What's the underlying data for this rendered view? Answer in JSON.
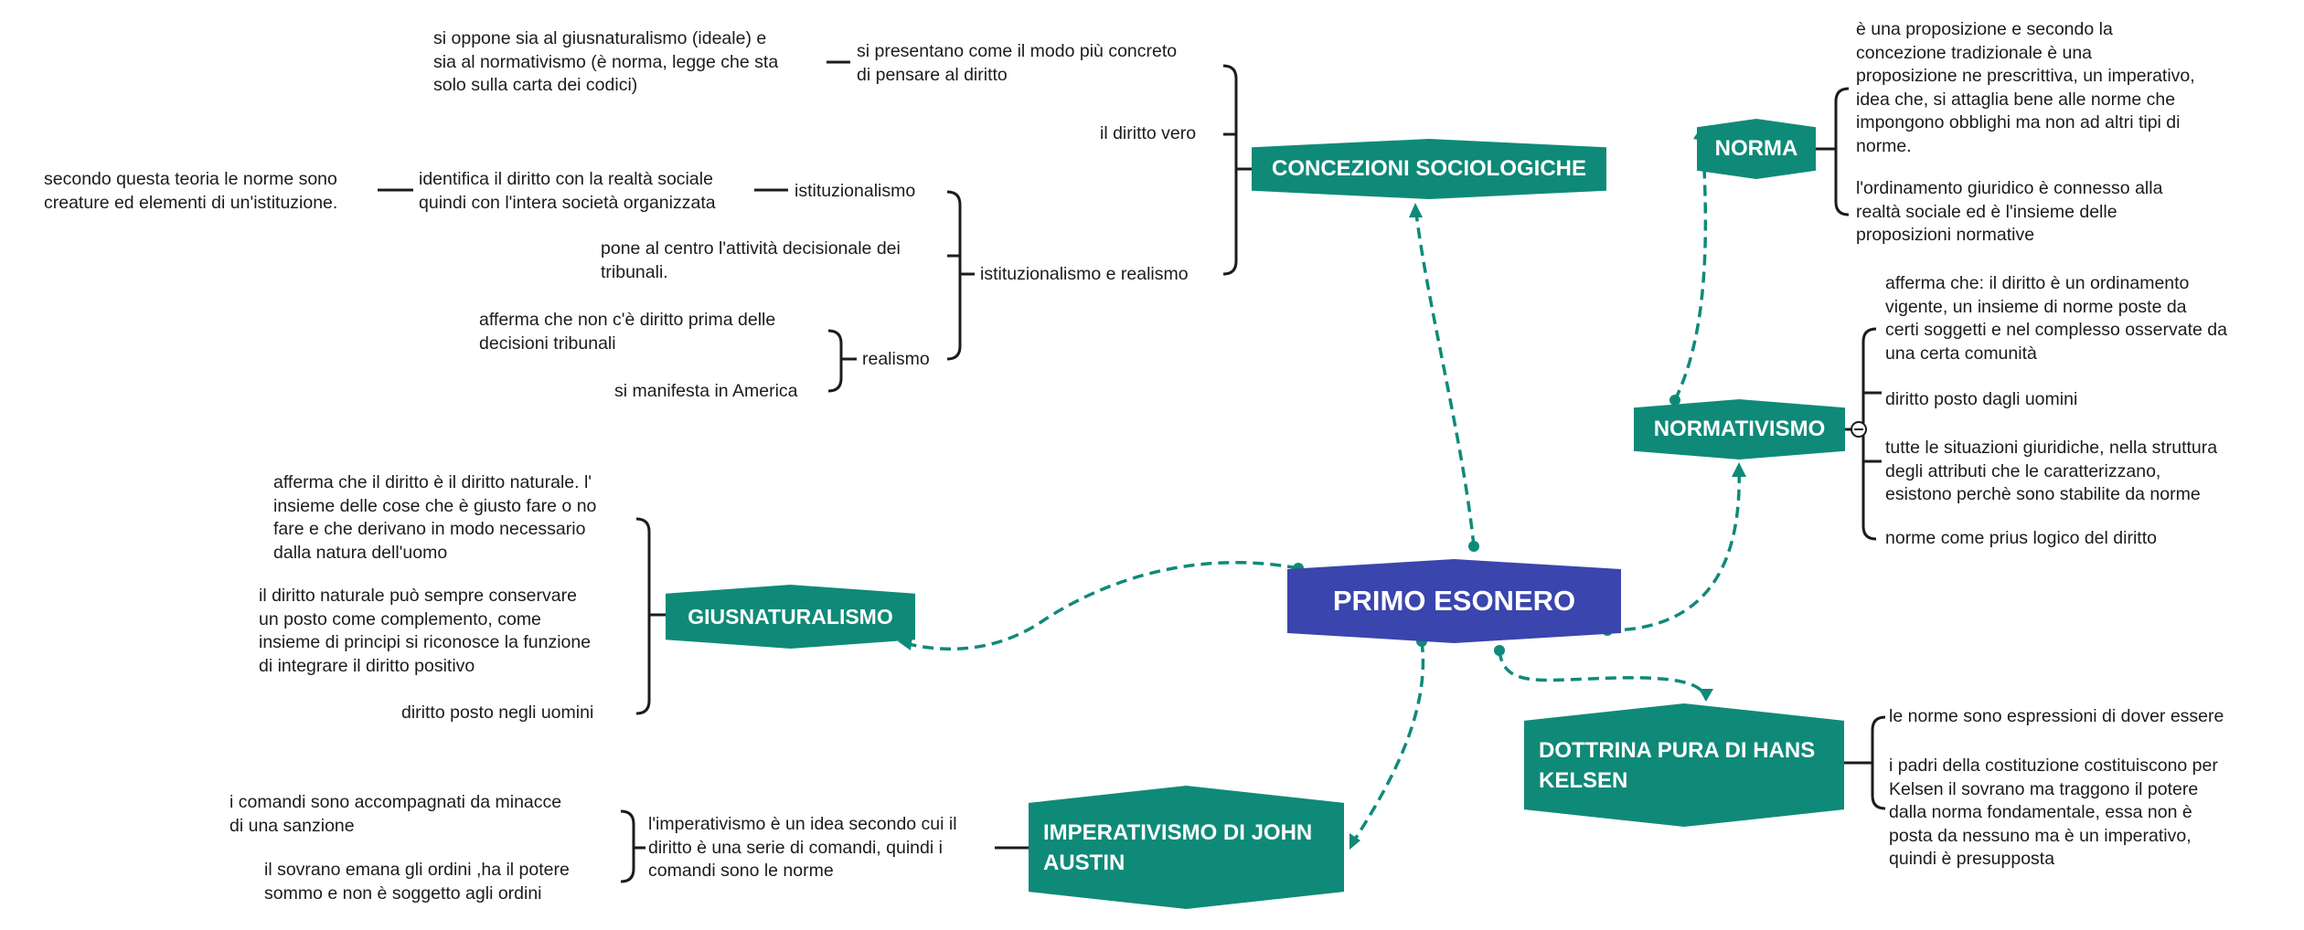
{
  "central": {
    "label": "PRIMO ESONERO"
  },
  "colors": {
    "central": "#3a45ad",
    "branch": "#0f8a78",
    "connector": "#0f8a78",
    "text": "#1c1c1c"
  },
  "branches": {
    "concezioni": {
      "label": "CONCEZIONI SOCIOLOGICHE",
      "si_presentano": [
        "si presentano come il modo più concreto",
        "di pensare al diritto"
      ],
      "si_oppone": [
        "si oppone sia al giusnaturalismo (ideale) e",
        "sia al normativismo (è norma, legge che sta",
        "solo sulla carta dei codici)"
      ],
      "diritto_vero": "il diritto vero",
      "ist_realismo": "istituzionalismo e realismo",
      "istituzionalismo": "istituzionalismo",
      "identifica": [
        "identifica il diritto con la realtà sociale",
        "quindi con l'intera società organizzata"
      ],
      "secondo": [
        "secondo questa teoria le norme sono",
        "creature ed elementi di un'istituzione."
      ],
      "pone": [
        "pone al centro l'attività decisionale dei",
        "tribunali."
      ],
      "realismo": "realismo",
      "afferma_non": [
        "afferma che non c'è diritto prima delle",
        "decisioni tribunali"
      ],
      "america": "si manifesta in America"
    },
    "norma": {
      "label": "NORMA",
      "items": [
        [
          "è una proposizione e secondo la",
          "concezione tradizionale è una",
          "proposizione ne prescrittiva, un imperativo,",
          "idea che, si attaglia bene alle norme che",
          "impongono obblighi ma non ad altri tipi di",
          "norme."
        ],
        [
          "l'ordinamento giuridico è connesso alla",
          "realtà sociale ed è l'insieme delle",
          "proposizioni normative"
        ]
      ]
    },
    "normativismo": {
      "label": "NORMATIVISMO",
      "items": [
        [
          "afferma che: il diritto è un ordinamento",
          "vigente, un insieme di norme poste da",
          "certi soggetti e nel complesso osservate da",
          "una certa comunità"
        ],
        [
          "diritto posto dagli uomini"
        ],
        [
          "tutte le situazioni giuridiche, nella struttura",
          "degli attributi che le caratterizzano,",
          "esistono perchè sono stabilite da norme"
        ],
        [
          "norme come prius logico del diritto"
        ]
      ]
    },
    "giusnaturalismo": {
      "label": "GIUSNATURALISMO",
      "items": [
        [
          "afferma che il diritto è il diritto naturale. l'",
          "insieme delle cose che è giusto fare o no",
          "fare e che derivano in modo necessario",
          "dalla natura dell'uomo"
        ],
        [
          "il diritto naturale può sempre conservare",
          "un posto come complemento, come",
          "insieme di principi si riconosce la funzione",
          "di integrare il diritto positivo"
        ],
        [
          "diritto posto negli uomini"
        ]
      ]
    },
    "kelsen": {
      "label": [
        "DOTTRINA PURA DI HANS",
        "KELSEN"
      ],
      "items": [
        [
          "le norme sono espressioni di dover essere"
        ],
        [
          "i padri della costituzione costituiscono per",
          "Kelsen il sovrano ma traggono il potere",
          "dalla norma fondamentale, essa non è",
          "posta da nessuno ma è un imperativo,",
          "quindi è presupposta"
        ]
      ]
    },
    "austin": {
      "label": [
        "IMPERATIVISMO DI JOHN",
        "AUSTIN"
      ],
      "definition": [
        "l'imperativismo è un idea secondo cui il",
        "diritto è una serie di comandi, quindi i",
        "comandi sono le norme"
      ],
      "items": [
        [
          "i comandi sono accompagnati da minacce",
          "di una sanzione"
        ],
        [
          "il sovrano emana gli ordini ,ha il potere",
          "sommo e non è soggetto agli ordini"
        ]
      ]
    }
  }
}
